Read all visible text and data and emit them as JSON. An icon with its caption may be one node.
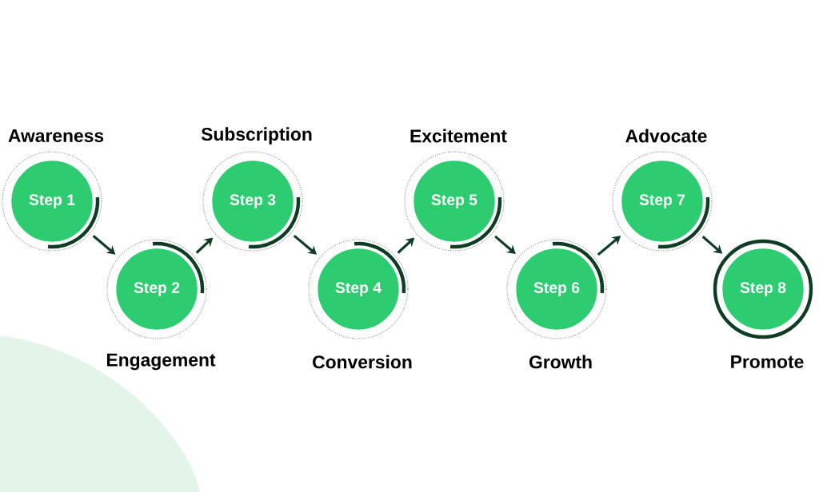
{
  "diagram": {
    "nodes": [
      {
        "text": [
          "Step 1"
        ],
        "beside": [
          "Awareness"
        ]
      },
      {
        "text": [
          "Step 2"
        ],
        "beside": [
          "Engagement"
        ]
      },
      {
        "text": [
          "Step 3"
        ],
        "beside": [
          "Subscription"
        ]
      },
      {
        "text": [
          "Step 4"
        ],
        "beside": [
          "Conversion"
        ]
      },
      {
        "text": [
          "Step 5"
        ],
        "beside": [
          "Excitement"
        ]
      },
      {
        "text": [
          "Step 6"
        ],
        "beside": [
          "Growth"
        ]
      },
      {
        "text": [
          "Step 7"
        ],
        "beside": [
          "Advocate"
        ]
      },
      {
        "text": [
          "Step 8"
        ],
        "beside": [
          "Promote"
        ]
      }
    ],
    "edges": [
      {
        "from": 0,
        "to": 1,
        "arrow": "to"
      },
      {
        "from": 1,
        "to": 2,
        "arrow": "to"
      },
      {
        "from": 2,
        "to": 3,
        "arrow": "to"
      },
      {
        "from": 3,
        "to": 4,
        "arrow": "to"
      },
      {
        "from": 4,
        "to": 5,
        "arrow": "to"
      },
      {
        "from": 5,
        "to": 6,
        "arrow": "to"
      },
      {
        "from": 6,
        "to": 7,
        "arrow": "to"
      }
    ]
  }
}
